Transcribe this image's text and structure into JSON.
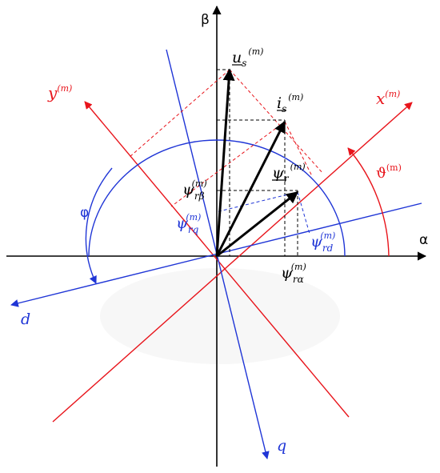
{
  "colors": {
    "black": "#000000",
    "red": "#e8141b",
    "blue": "#1f35d6"
  },
  "axes": {
    "alpha": "α",
    "beta": "β",
    "x": "x",
    "y": "y",
    "d": "d",
    "q": "q",
    "m_sup": "(m)"
  },
  "angles": {
    "phi": "φ",
    "theta": "ϑ",
    "theta_sup": "(m)"
  },
  "vectors": {
    "u_main": "u",
    "u_sub": "s",
    "u_sup": "(m)",
    "i_main": "i",
    "i_sub": "s",
    "i_sup": "(m)",
    "psi_main": "ψ",
    "psi_sub": "r",
    "psi_sup": "(m)"
  },
  "components": {
    "psi": "ψ",
    "r_beta_sub": "rβ",
    "r_alpha_sub": "rα",
    "r_q_sub": "rq",
    "r_d_sub": "rd",
    "sup": "(m)"
  }
}
